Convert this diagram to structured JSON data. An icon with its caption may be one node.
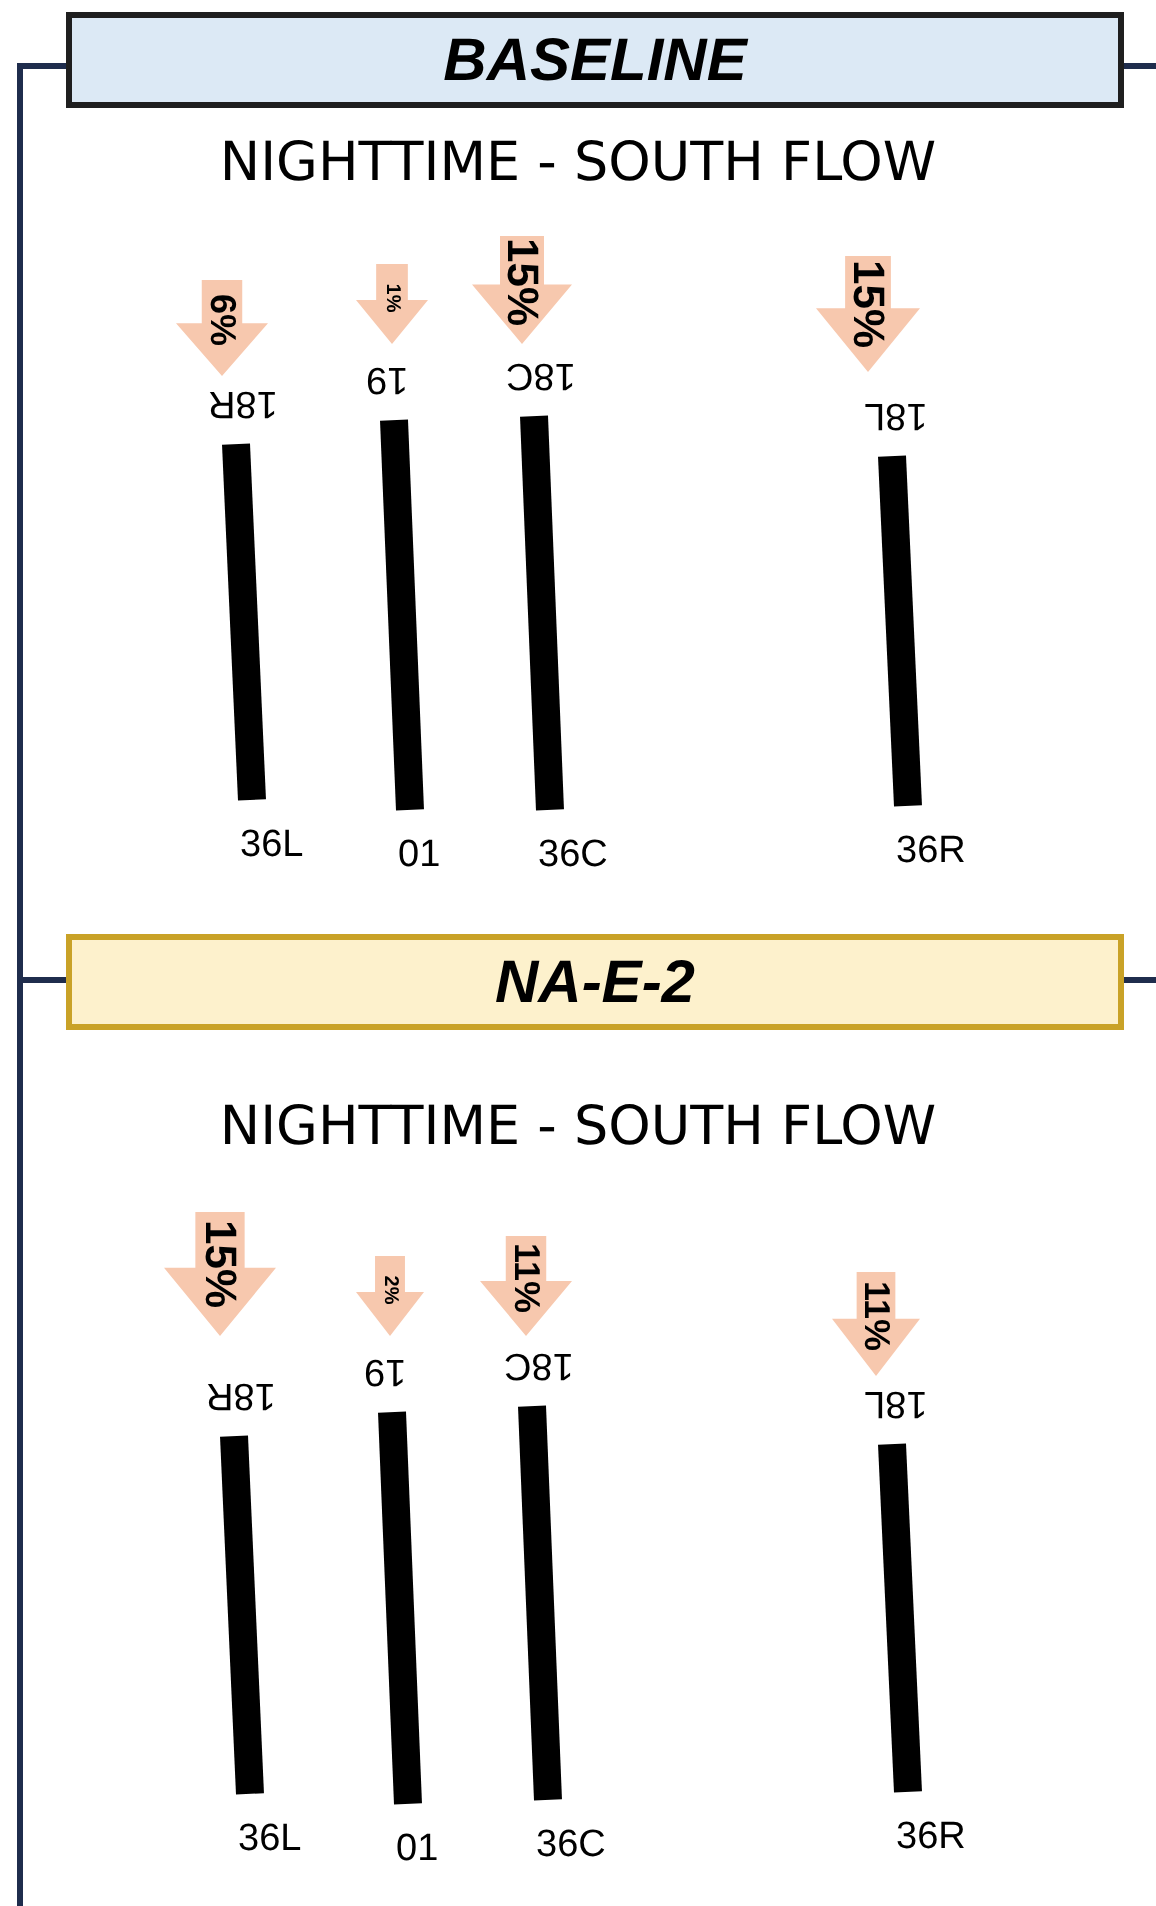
{
  "diagram": {
    "nodes": [
      {
        "text": [
          "BASELINE"
        ]
      },
      {
        "text": [
          "6%"
        ]
      },
      {
        "text": [
          "1%"
        ]
      },
      {
        "text": [
          "15%"
        ]
      },
      {
        "text": [
          "15%"
        ]
      },
      {
        "text": [],
        "shape": "bar",
        "beside": [
          "18R",
          "36L"
        ]
      },
      {
        "text": [],
        "shape": "bar",
        "beside": [
          "19",
          "01"
        ]
      },
      {
        "text": [],
        "shape": "bar",
        "beside": [
          "18C",
          "36C"
        ]
      },
      {
        "text": [],
        "shape": "bar",
        "beside": [
          "18L",
          "36R"
        ]
      },
      {
        "text": [
          "NA-E-2"
        ]
      },
      {
        "text": [
          "15%"
        ]
      },
      {
        "text": [
          "2%"
        ]
      },
      {
        "text": [
          "11%"
        ]
      },
      {
        "text": [
          "11%"
        ]
      },
      {
        "text": [],
        "shape": "bar",
        "beside": [
          "18R",
          "36L"
        ]
      },
      {
        "text": [],
        "shape": "bar",
        "beside": [
          "19",
          "01"
        ]
      },
      {
        "text": [],
        "shape": "bar",
        "beside": [
          "18C",
          "36C"
        ]
      },
      {
        "text": [],
        "shape": "bar",
        "beside": [
          "18L",
          "36R"
        ]
      }
    ],
    "labels": [
      "NIGHTTIME - SOUTH FLOW",
      "NIGHTTIME - SOUTH FLOW"
    ]
  }
}
